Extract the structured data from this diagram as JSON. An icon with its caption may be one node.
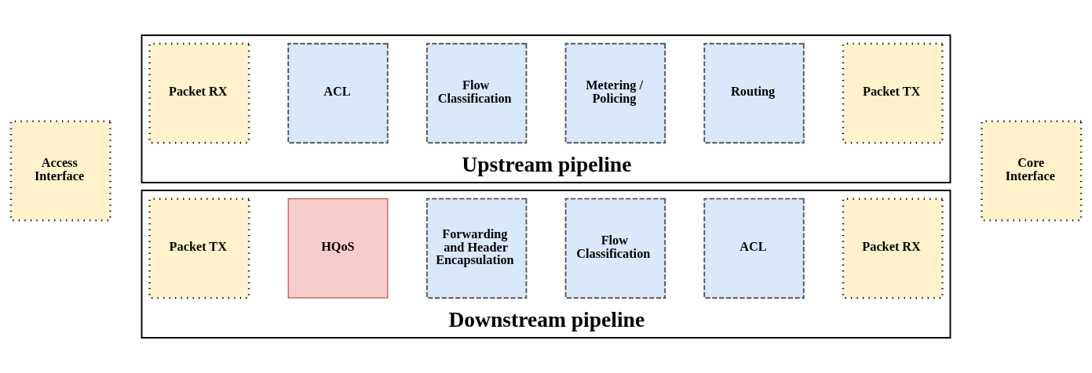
{
  "diagram": {
    "nodes": [
      {
        "text": [
          "Access Interface"
        ]
      },
      {
        "text": [
          "Upstream pipeline"
        ]
      },
      {
        "text": [
          "Packet RX"
        ],
        "in": 1
      },
      {
        "text": [
          "ACL"
        ],
        "in": 1
      },
      {
        "text": [
          "Flow Classification"
        ],
        "in": 1
      },
      {
        "text": [
          "Metering / Policing"
        ],
        "in": 1
      },
      {
        "text": [
          "Routing"
        ],
        "in": 1
      },
      {
        "text": [
          "Packet TX"
        ],
        "in": 1
      },
      {
        "text": [
          "Downstream pipeline"
        ]
      },
      {
        "text": [
          "Packet TX"
        ],
        "in": 8
      },
      {
        "text": [
          "HQoS"
        ],
        "in": 8
      },
      {
        "text": [
          "Forwarding and Header Encapsulation"
        ],
        "in": 8
      },
      {
        "text": [
          "Flow Classification"
        ],
        "in": 8
      },
      {
        "text": [
          "ACL"
        ],
        "in": 8
      },
      {
        "text": [
          "Packet RX"
        ],
        "in": 8
      },
      {
        "text": [
          "Core Interface"
        ]
      }
    ]
  }
}
